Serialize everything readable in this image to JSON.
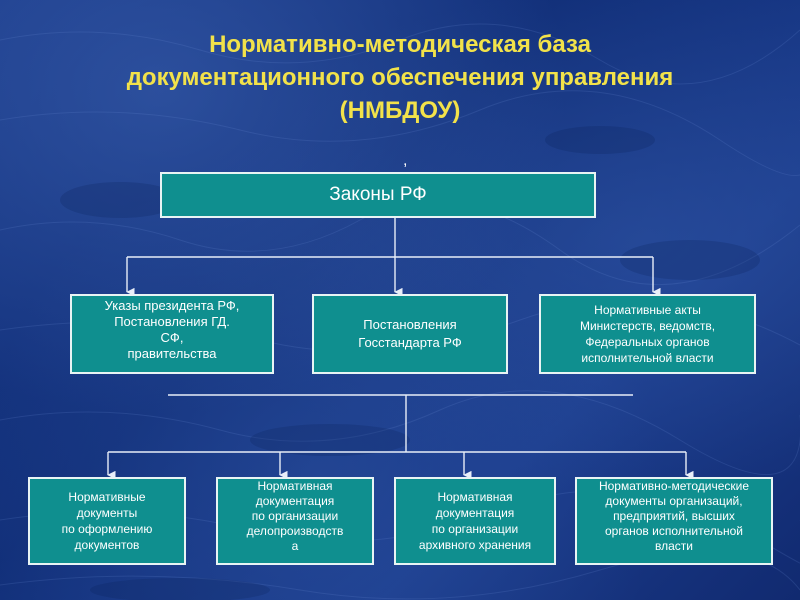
{
  "title": {
    "line1": "Нормативно-методическая база",
    "line2": "документационного обеспечения управления",
    "line3": "(НМБДОУ)"
  },
  "top_mark": ",",
  "top_node": {
    "label": "Законы РФ"
  },
  "level2": [
    {
      "label": "Указы президента РФ,\nПостановления ГД.\nСФ,\nправительства"
    },
    {
      "label": "Постановления\nГосстандарта РФ"
    },
    {
      "label": "Нормативные акты\nМинистерств, ведомств,\nФедеральных органов\nисполнительной власти"
    }
  ],
  "level3": [
    {
      "label": "Нормативные\nдокументы\nпо оформлению\nдокументов"
    },
    {
      "label": "Нормативная\nдокументация\nпо организации\nделопроизводств\nа"
    },
    {
      "label": "Нормативная\nдокументация\nпо организации\nархивного хранения"
    },
    {
      "label": "Нормативно-методические\nдокументы организаций,\nпредприятий, высших\nорганов исполнительной\nвласти"
    }
  ],
  "colors": {
    "background": "#1a3a88",
    "title": "#f2e24a",
    "box_fill": "#0f8f8f",
    "box_border": "#e8f4f4",
    "connector": "#e8eef8",
    "text": "#ffffff"
  }
}
